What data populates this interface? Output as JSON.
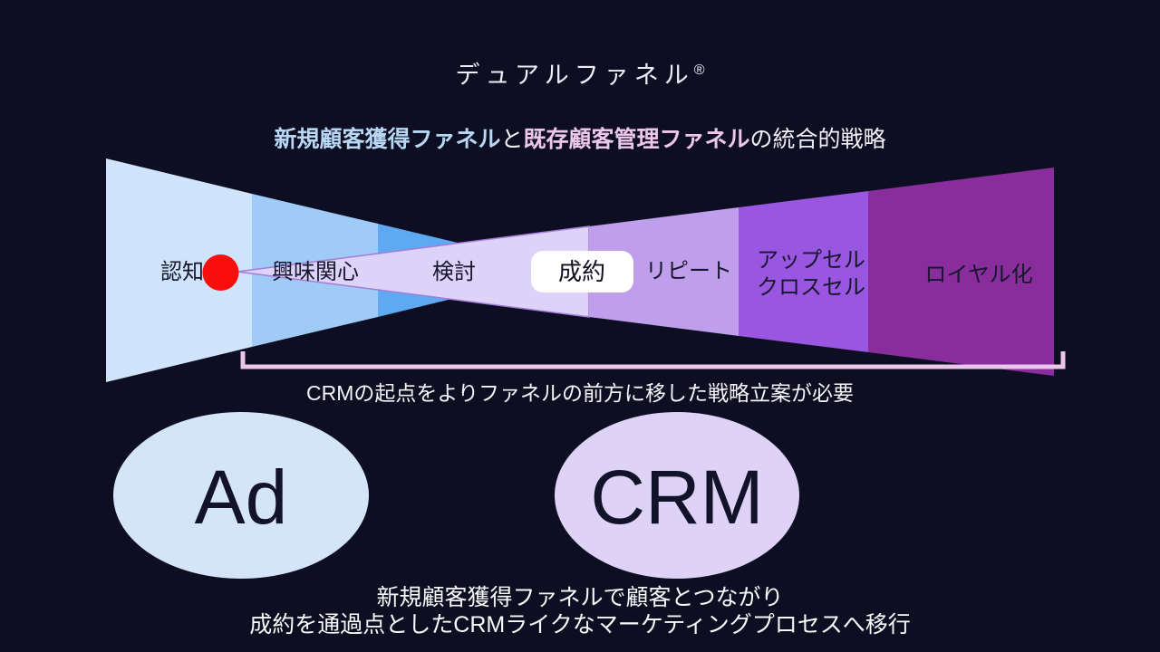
{
  "slide": {
    "title": {
      "text": "デュアルファネル",
      "reg_mark": "®"
    },
    "subtitle": {
      "acquisition": "新規顧客獲得ファネル",
      "connector": "と",
      "retention": "既存顧客管理ファネル",
      "suffix": "の統合的戦略"
    },
    "funnel": {
      "stages": {
        "awareness": "認知",
        "interest": "興味関心",
        "consideration": "検討",
        "contract": "成約",
        "repeat": "リピート",
        "upsell_line1": "アップセル",
        "upsell_line2": "クロスセル",
        "loyalty": "ロイヤル化"
      }
    },
    "bracket_note": "CRMの起点をよりファネルの前方に移した戦略立案が必要",
    "ellipses": {
      "ad": "Ad",
      "crm": "CRM"
    },
    "footer": {
      "line1": "新規顧客獲得ファネルで顧客とつながり",
      "line2": "成約を通過点としたCRMライクなマーケティングプロセスへ移行"
    },
    "colors": {
      "background": "#0d0e22",
      "acquisition_seg1": "#cfe3fa",
      "acquisition_seg2": "#a0cbf7",
      "acquisition_seg3": "#5fa9f3",
      "retention_seg1": "#ddd2f7",
      "retention_seg1_stroke": "#a47dd9",
      "retention_seg2": "#bf9eec",
      "retention_seg3": "#9956e0",
      "retention_seg4": "#8a2d9c",
      "marker": "#f90d0d",
      "bracket": "#eac7ea",
      "contract_box": "#ffffff",
      "subtitle_acquisition": "#b7d7f3",
      "subtitle_retention": "#edc6ec",
      "ad_ellipse": "#d4e5fa",
      "crm_ellipse": "#ded2f6"
    }
  }
}
